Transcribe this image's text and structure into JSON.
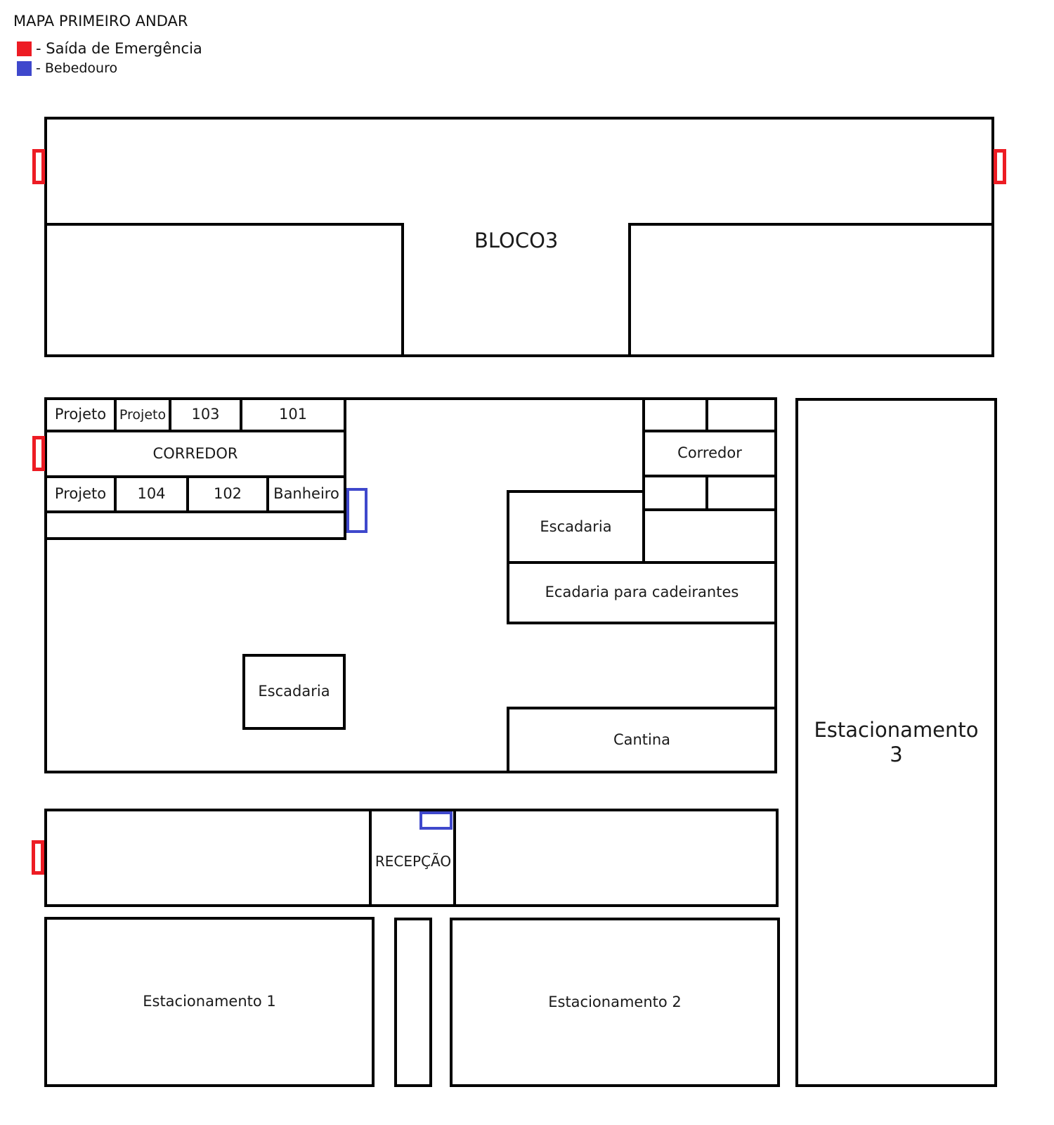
{
  "header": {
    "title": "MAPA PRIMEIRO ANDAR"
  },
  "legend": {
    "items": [
      {
        "label": "- Saída de Emergência",
        "color": "#ed1c24",
        "icon": "emergency-exit-swatch"
      },
      {
        "label": "- Bebedouro",
        "color": "#3f48cc",
        "icon": "water-fountain-swatch"
      }
    ]
  },
  "colors": {
    "wall": "#000000",
    "emergency_exit": "#ed1c24",
    "water_fountain": "#3f48cc",
    "background": "#ffffff"
  },
  "bloco3": {
    "label": "BLOCO3"
  },
  "main_block": {
    "top_row": [
      "Projeto",
      "Projeto",
      "103",
      "101"
    ],
    "corridor": "CORREDOR",
    "bottom_row": [
      "Projeto",
      "104",
      "102",
      "Banheiro"
    ],
    "right_corridor": "Corredor",
    "stairs_right": "Escadaria",
    "wheelchair_ramp": "Ecadaria para cadeirantes",
    "stairs_center": "Escadaria",
    "canteen": "Cantina"
  },
  "reception_block": {
    "reception": "RECEPÇÃO"
  },
  "parking": {
    "lot1": "Estacionamento 1",
    "lot2": "Estacionamento 2",
    "lot3_line1": "Estacionamento",
    "lot3_line2": "3"
  }
}
